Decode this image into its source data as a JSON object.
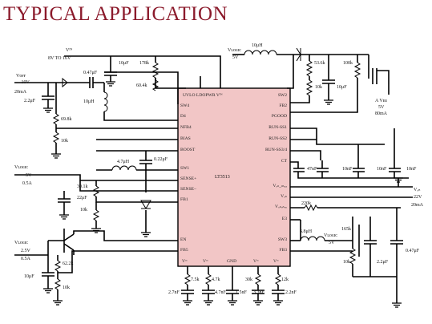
{
  "title": "TYPICAL APPLICATION",
  "colors": {
    "title": "#8b1a2b",
    "ic_fill": "#f2c6c6",
    "wire": "#000000"
  },
  "ic": {
    "name": "LT3513",
    "top_pins": "UVLO  LDOPWR  Vᴵᴺ",
    "left_pins": [
      "SW4",
      "D4",
      "NFB4",
      "BIAS",
      "BOOST",
      "SW1",
      "SENSE+",
      "SENSE–",
      "FB1",
      "EN",
      "FB5"
    ],
    "right_pins": [
      "SW2",
      "FB2",
      "PGOOD",
      "RUN-SS1",
      "RUN-SS2",
      "RUN-SS3/4",
      "CT",
      "Vₒₙ_ₘᵤₓ",
      "Vₒₙ",
      "Vₒₙₒₙₒₒ",
      "E3",
      "SW3",
      "FB3"
    ],
    "bottom_pins": [
      "Vᶜᶜ",
      "Vᶜᶜ",
      "GND",
      "Vᶜᶜ",
      "Vᶜᶜ"
    ]
  },
  "labels": {
    "vin_top": "Vᴵᴺ",
    "vin_range": "8V TO 16V",
    "c_10uf_top": "10μF",
    "r_178k": "178k",
    "r_60_4k": "60.4k",
    "vlogic_top": "Vʟᴏɢɪᴄ",
    "vlogic_top_v": "5V",
    "l_10uh_top": "10μH",
    "r_53_6k": "53.6k",
    "r_10k_right": "10k",
    "c_10uf_right": "10μF",
    "r_100k": "100k",
    "out_a": "A Vᴇᴇ",
    "out_a_v": "5V",
    "out_a_i": "80mA",
    "voff": "Vᴏғғ",
    "voff_v": "– 10V",
    "voff_i": "20mA",
    "c_2_2uf_left": "2.2μF",
    "c_0_47uf_top": "0.47μF",
    "l_10uh_left": "10μH",
    "r_69_8k": "69.8k",
    "r_10k_left": "10k",
    "c_0_22uf": "0.22μF",
    "l_4_7uh": "4.7μH",
    "vlogic_left": "Vʟᴏɢɪᴄ",
    "vlogic_left_v": "5V",
    "vlogic_left_i": "0.5A",
    "r_30_1k": "30.1k",
    "c_22uf": "22μF",
    "r_10k_mid": "10k",
    "vlogic2": "Vʟᴏɢɪᴄ",
    "vlogic2_v": "2.5V",
    "vlogic2_i": "0.5A",
    "r_62_2k": "62.2k",
    "c_10uf_bl": "10μF",
    "r_10k_bl": "10k",
    "c_47nf_1": "47nF",
    "c_10nf_1": "10nF",
    "c_10nf_2": "10nF",
    "c_10nf_3": "10nF",
    "von": "Vₒₙ",
    "von_v": "22V",
    "von_i": "20mA",
    "r_220k": "220k",
    "l_6_8uh": "6.8μH",
    "vlogic_sw3": "Vʟᴏɢɪᴄ",
    "vlogic_sw3_v": "5V",
    "r_165k": "165k",
    "r_10k_br": "10k",
    "c_2_2uf_br": "2.2μF",
    "c_0_47uf_br": "0.47μF",
    "r_7_5k": "7.5k",
    "c_2_7nf": "2.7nF",
    "r_4_7k": "4.7k",
    "c_4_7nf": "4.7nF",
    "c_1_5nf": "1.5nF",
    "r_30k": "30k",
    "r_12k": "12k",
    "c_3_3nf": "3.3nF",
    "c_2_2nf": "2.2nF"
  }
}
